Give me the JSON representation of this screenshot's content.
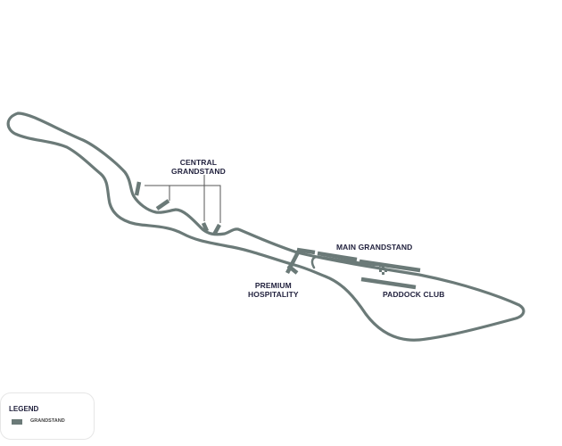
{
  "colors": {
    "track": "#6b7a78",
    "label": "#23233f"
  },
  "labels": {
    "central_grandstand": [
      "CENTRAL",
      "GRANDSTAND"
    ],
    "main_grandstand": "MAIN GRANDSTAND",
    "premium_hospitality": [
      "PREMIUM",
      "HOSPITALITY"
    ],
    "paddock_club": "PADDOCK CLUB"
  },
  "legend": {
    "title": "LEGEND",
    "items": [
      {
        "label": "GRANDSTAND",
        "icon": "grandstand-swatch"
      }
    ]
  }
}
